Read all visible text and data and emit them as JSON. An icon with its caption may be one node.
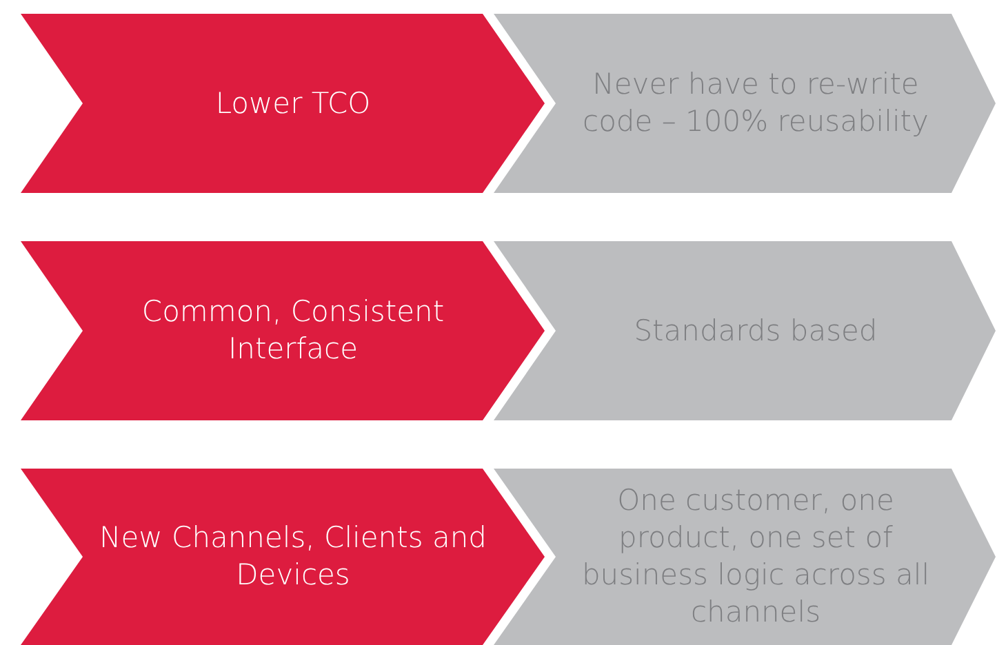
{
  "diagram": {
    "nodes": [
      {
        "text": [
          "Lower TCO"
        ]
      },
      {
        "text": [
          "Never have to re-write code – 100% reusability"
        ]
      },
      {
        "text": [
          "Common, Consistent Interface"
        ]
      },
      {
        "text": [
          "Standards based"
        ]
      },
      {
        "text": [
          "New Channels, Clients and Devices"
        ]
      },
      {
        "text": [
          "One customer, one product, one set of business logic across all channels"
        ]
      }
    ]
  }
}
